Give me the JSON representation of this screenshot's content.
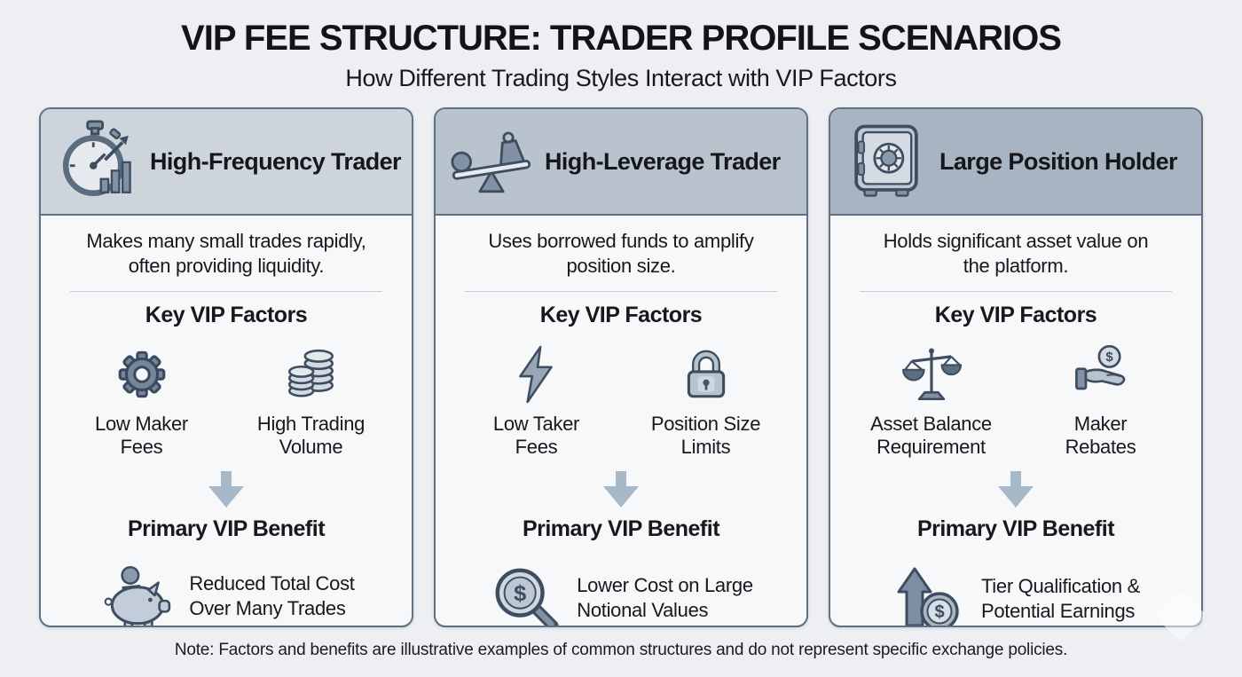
{
  "header": {
    "title": "VIP FEE STRUCTURE: TRADER PROFILE SCENARIOS",
    "subtitle": "How Different Trading Styles Interact with VIP Factors"
  },
  "section_labels": {
    "key_factors": "Key VIP Factors",
    "primary_benefit": "Primary VIP Benefit"
  },
  "cards": [
    {
      "title": "High-Frequency Trader",
      "icon": "stopwatch-chart-icon",
      "description": "Makes many small trades rapidly,\noften providing liquidity.",
      "factors": [
        {
          "icon": "gear-icon",
          "label": "Low Maker\nFees"
        },
        {
          "icon": "coins-stack-icon",
          "label": "High Trading\nVolume"
        }
      ],
      "benefit": {
        "icon": "piggy-bank-icon",
        "label": "Reduced Total Cost\nOver Many Trades"
      }
    },
    {
      "title": "High-Leverage Trader",
      "icon": "seesaw-lever-icon",
      "description": "Uses borrowed funds to amplify\nposition size.",
      "factors": [
        {
          "icon": "lightning-icon",
          "label": "Low Taker\nFees"
        },
        {
          "icon": "padlock-icon",
          "label": "Position Size\nLimits"
        }
      ],
      "benefit": {
        "icon": "magnifier-dollar-icon",
        "label": "Lower Cost on Large\nNotional Values"
      }
    },
    {
      "title": "Large Position Holder",
      "icon": "safe-vault-icon",
      "description": "Holds significant asset value on\nthe platform.",
      "factors": [
        {
          "icon": "balance-scale-icon",
          "label": "Asset Balance\nRequirement"
        },
        {
          "icon": "hand-coin-icon",
          "label": "Maker\nRebates"
        }
      ],
      "benefit": {
        "icon": "arrow-up-coin-icon",
        "label": "Tier Qualification &\nPotential Earnings"
      }
    }
  ],
  "footnote": "Note: Factors and benefits are illustrative examples of common structures and do not represent specific exchange policies.",
  "colors": {
    "page_bg": "#edeff2",
    "card_body_bg": "#f7f8fa",
    "card_border": "#5e7081",
    "card1_header_bg": "#cdd4dc",
    "card2_header_bg": "#b9c3ce",
    "card3_header_bg": "#a9b4c2",
    "flow_arrow": "#a7b8c9",
    "icon_stroke": "#3e4e60",
    "icon_fill": "#8292a4",
    "text": "#16181b"
  }
}
